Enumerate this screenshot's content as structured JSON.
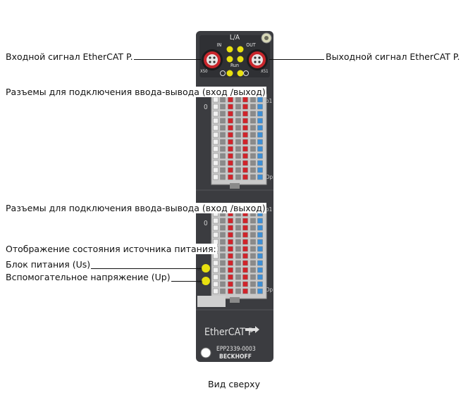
{
  "callouts": {
    "ethercat_in": "Входной сигнал EtherCAT P.",
    "ethercat_out": "Выходной сигнал EtherCAT P.",
    "io_connectors_top": "Разъемы для подключения ввода-вывода (вход /выход)",
    "io_connectors_bottom": "Разъемы для подключения ввода-вывода (вход /выход)",
    "power_status": "Отображение состояния источника питания:",
    "us_supply": "Блок питания (Us)",
    "up_aux": "Вспомогательное напряжение (Uр)"
  },
  "device": {
    "la_label": "L/A",
    "in_label": "IN",
    "out_label": "OUT",
    "run_label": "Run",
    "x50_label": "X50",
    "x51_label": "X51",
    "ethercat_logo": "EtherCAT P",
    "model": "EPP2339-0003",
    "brand": "BECKHOFF",
    "top_block_id": "0",
    "bottom_block_id": "0",
    "us_led": "Us",
    "up_led": "Up"
  },
  "caption": "Вид сверху",
  "colors": {
    "housing": "#3b3c40",
    "led_yellow": "#e8e010",
    "port_red": "#c8262c",
    "pin_red": "#d2232a",
    "pin_blue": "#3d8fd6",
    "pin_grey": "#8a8a8a"
  }
}
